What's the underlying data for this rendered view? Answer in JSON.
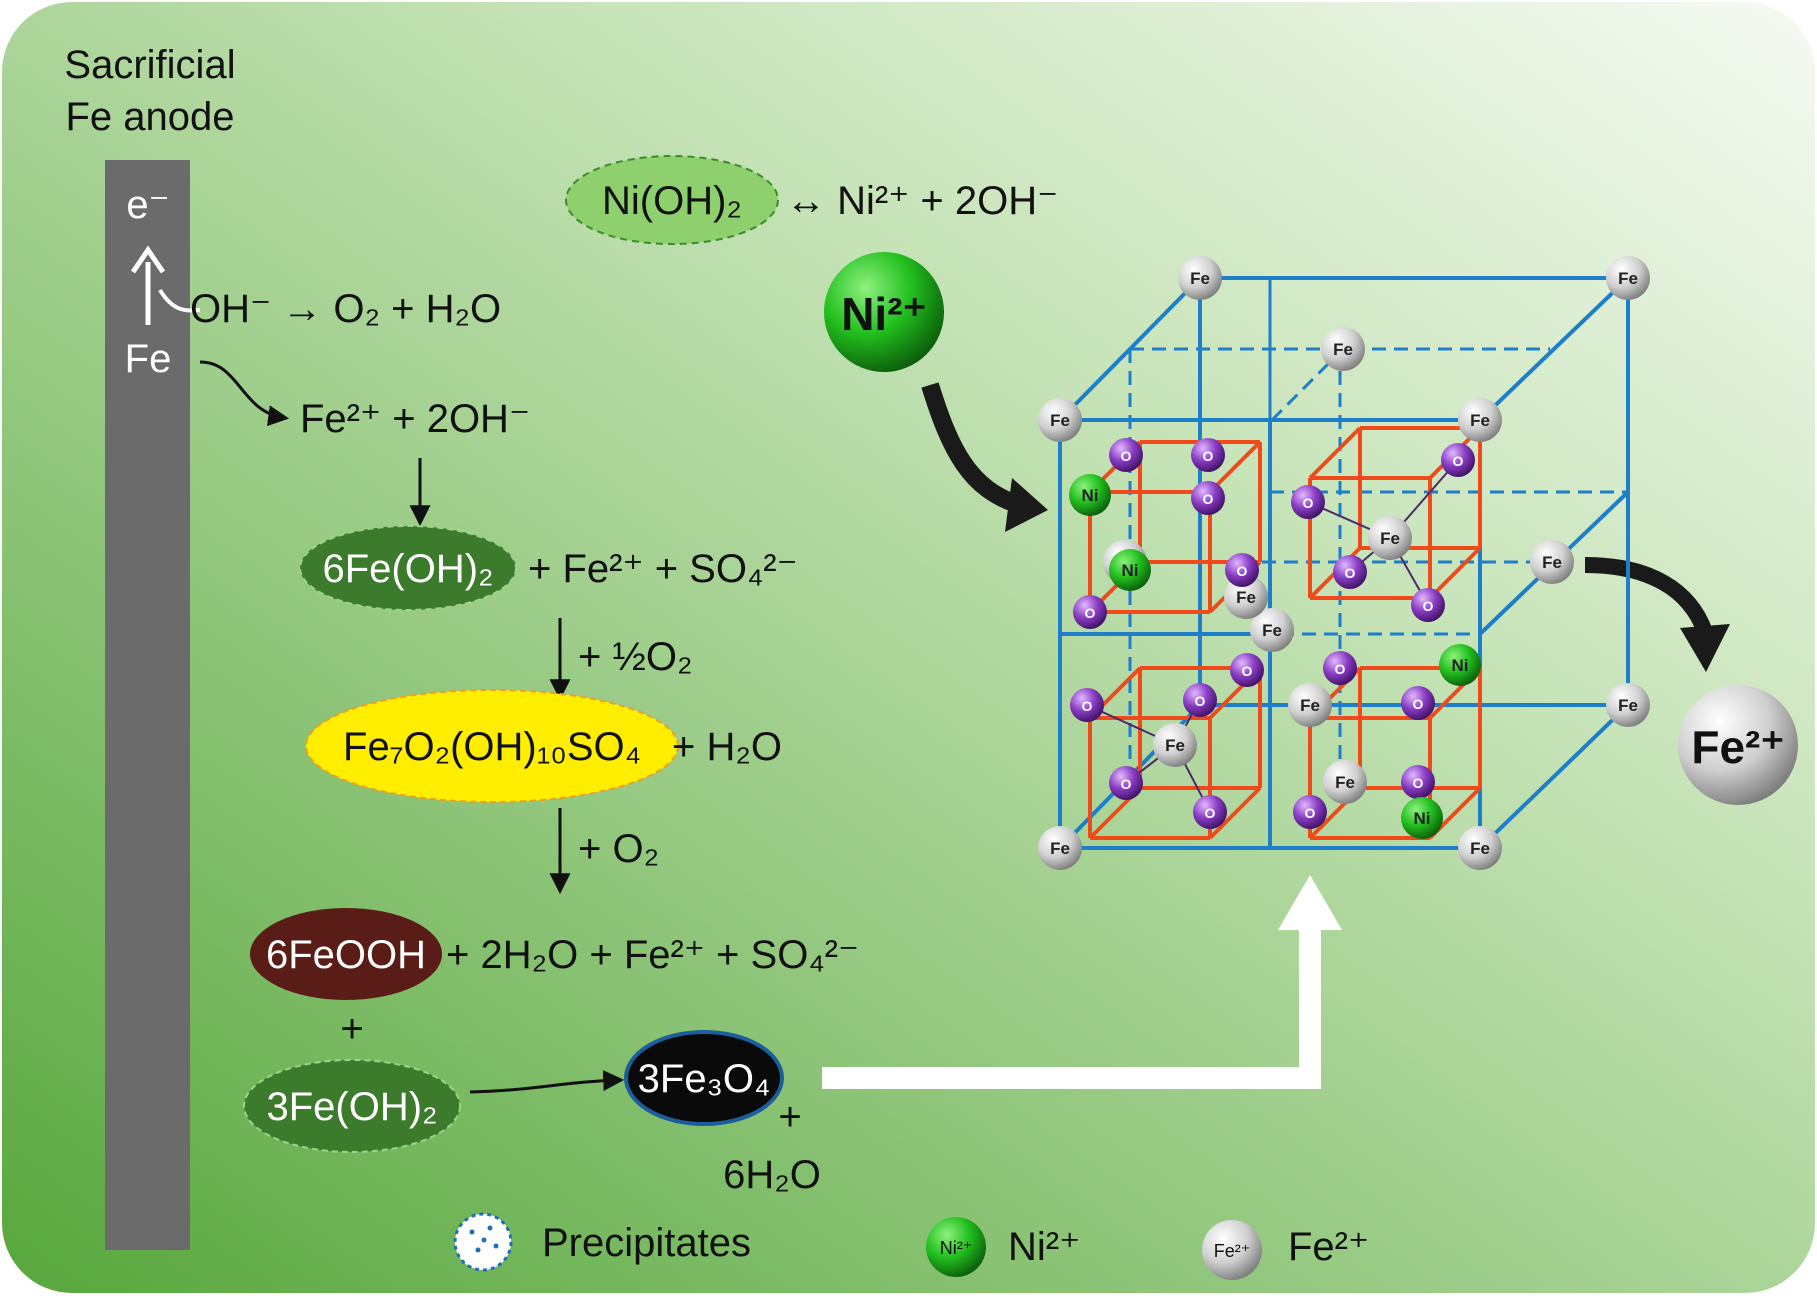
{
  "anode": {
    "title_line1": "Sacrificial",
    "title_line2": "Fe anode",
    "electron": "e⁻",
    "metal": "Fe"
  },
  "reactions": {
    "oxidation": "OH⁻ → O₂ + H₂O",
    "dissolution": "Fe²⁺ + 2OH⁻",
    "step1_oval": "6Fe(OH)₂",
    "step1_rest": "+ Fe²⁺ + SO₄²⁻",
    "step2_arrow": "+ ½O₂",
    "step2_oval": "Fe₇O₂(OH)₁₀SO₄",
    "step2_rest": "+ H₂O",
    "step3_arrow": "+ O₂",
    "step3_oval": "6FeOOH",
    "step3_rest": "+ 2H₂O + Fe²⁺ + SO₄²⁻",
    "plus": "+",
    "step4_oval": "3Fe(OH)₂",
    "product_oval": "3Fe₃O₄",
    "product_plus": "+",
    "product_water": "6H₂O"
  },
  "equilibrium": {
    "oval": "Ni(OH)₂",
    "rest": "↔ Ni²⁺ + 2OH⁻"
  },
  "ions": {
    "ni_in": "Ni²⁺",
    "fe_out": "Fe²⁺"
  },
  "lattice": {
    "fe": "Fe",
    "ni": "Ni",
    "o": "O"
  },
  "legend": {
    "precipitates": "Precipitates",
    "ni_symbol": "Ni²⁺",
    "ni_label": "Ni²⁺",
    "fe_symbol": "Fe²⁺",
    "fe_label": "Fe²⁺"
  },
  "colors": {
    "background_dark": "#5aa840",
    "background_light": "#f4f9f1",
    "anode": "#6b6b6b",
    "oval_green": "#3b7b2b",
    "oval_yellow": "#ffee00",
    "oval_brown": "#5a1c16",
    "oval_black": "#0a0a0a",
    "lattice_blue": "#1e7fc8",
    "lattice_red": "#f04a1a",
    "ni_atom": "#22c01f",
    "o_atom": "#8a3dc4",
    "fe_atom": "#cfcfcf"
  }
}
